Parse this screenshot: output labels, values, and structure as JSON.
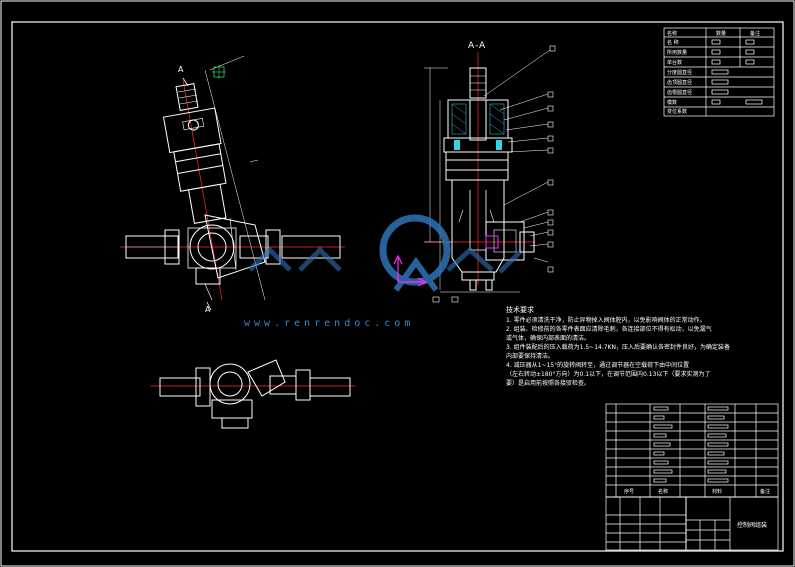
{
  "drawing": {
    "section_label": "A-A",
    "view_marks": {
      "a_top": "A",
      "a_bottom": "A"
    },
    "watermark_url": "www.renrendoc.com",
    "colors": {
      "background": "#000000",
      "lines": "#ffffff",
      "center": "#ff2a2a",
      "accent_cyan": "#37d3e8",
      "accent_magenta": "#ff2aff",
      "accent_green": "#34d36b",
      "watermark": "#3a86c8"
    }
  },
  "notes": {
    "title": "技术要求",
    "lines": [
      "1. 零件必须清洗干净，防止异物掉入阀体腔内，以免影响阀体的正常动作。",
      "2. 组装、检修前的各零件表面应清除毛刺，各连接部位不得有松动，以免漏气",
      "   或气体，确保内部表面的清洁。",
      "3. 组件装配后的压入载荷为1.5~14.7KN，压入后要确认各密封件良好，为确定装备",
      "   内部要保持清洁。",
      "4. 减压器从1~15°的旋转阀转至，通过调节器在空载荷下由中间位置",
      "   （左右转动±180°方向）为0.1以下，在调节范围内0.13以下（要求实测为了",
      "   要）是启用前按照各接驳检查。"
    ]
  },
  "top_table": {
    "headers": [
      "名称",
      "数量",
      "备注"
    ],
    "rows": [
      "名  称",
      "所用数量",
      "单台数",
      "分度圆直径",
      "齿顶圆直径",
      "齿根圆直径",
      "模数",
      "变位系数"
    ]
  },
  "title_block": {
    "labels": {
      "index": "序号",
      "name": "名称",
      "material": "材料",
      "note": "备注"
    },
    "drawing_title": "控制阀组装"
  }
}
